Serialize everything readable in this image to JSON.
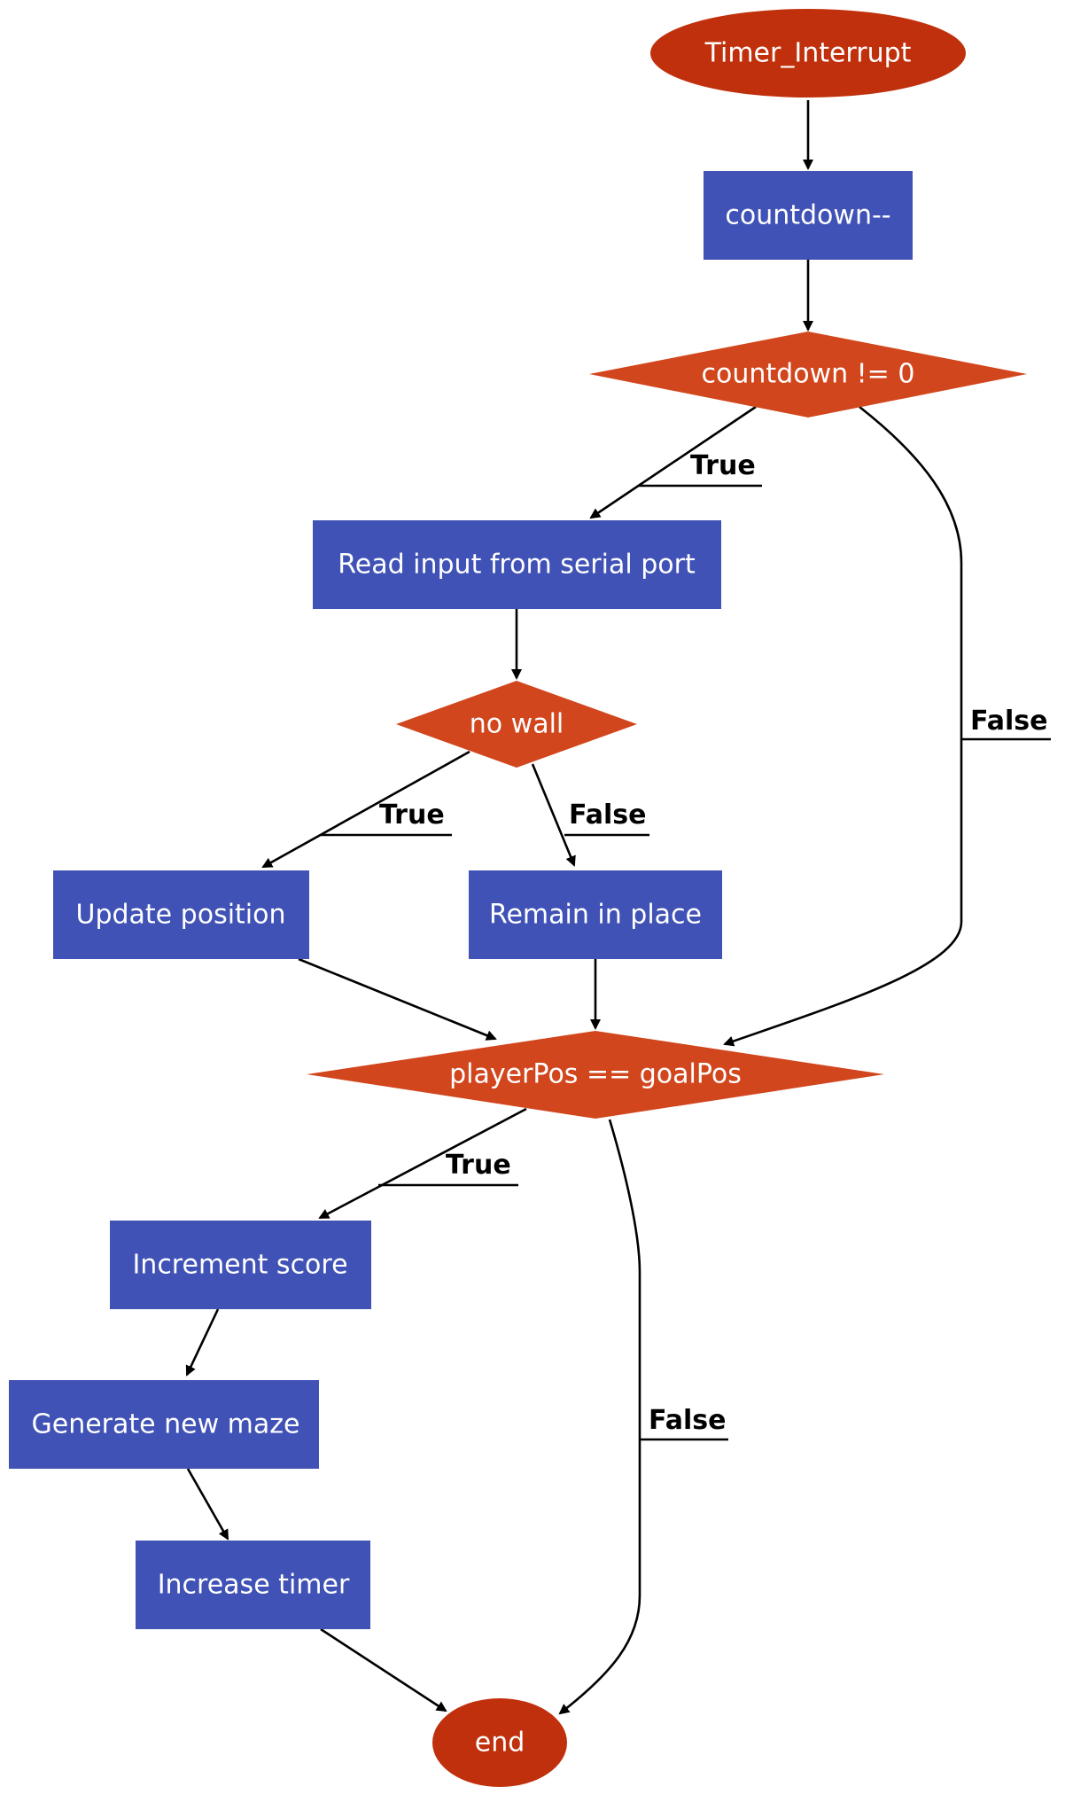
{
  "colors": {
    "terminal": "#c0300c",
    "process": "#4052b5",
    "decision": "#d2461d",
    "edge": "#000000",
    "text": "#ffffff"
  },
  "nodes": {
    "start": "Timer_Interrupt",
    "countdown_dec": "countdown--",
    "countdown_check": "countdown != 0",
    "read_input": "Read input from serial port",
    "no_wall": "no wall",
    "update_position": "Update position",
    "remain": "Remain in place",
    "goal_check": "playerPos == goalPos",
    "increment_score": "Increment score",
    "generate_maze": "Generate new maze",
    "increase_timer": "Increase timer",
    "end": "end"
  },
  "edge_labels": {
    "countdown_true": "True",
    "countdown_false": "False",
    "wall_true": "True",
    "wall_false": "False",
    "goal_true": "True",
    "goal_false": "False"
  }
}
